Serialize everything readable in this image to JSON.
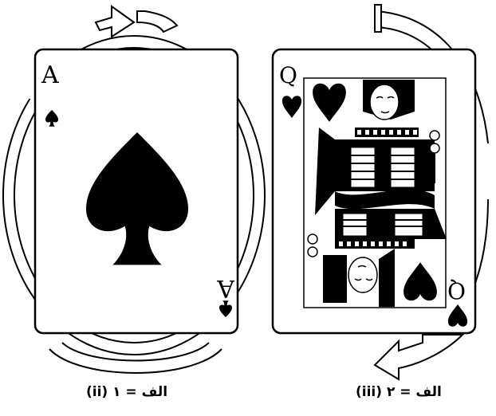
{
  "cards": {
    "left": {
      "rank": "A",
      "suit_icon": "spade-icon"
    },
    "right": {
      "rank": "Q",
      "suit_icon": "heart-icon"
    }
  },
  "captions": {
    "left": "(ii) الف = ۱",
    "right": "(iii) الف = ۲"
  },
  "colors": {
    "ink": "#000000",
    "paper": "#ffffff"
  }
}
